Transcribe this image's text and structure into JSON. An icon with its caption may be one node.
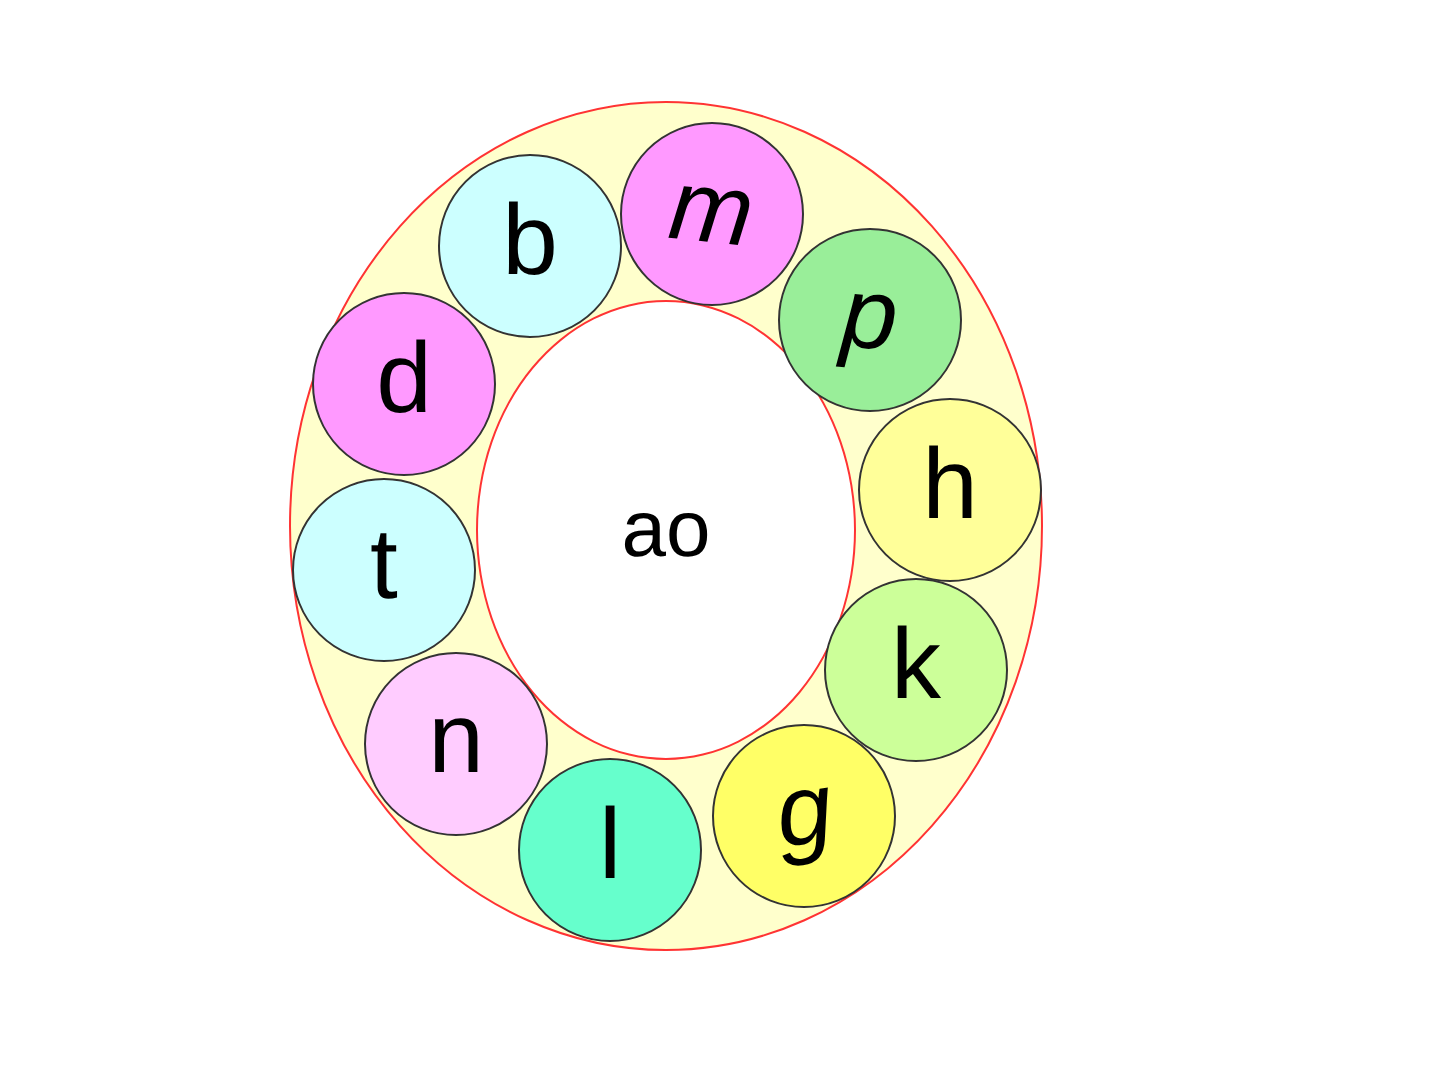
{
  "diagram": {
    "nodes": [
      {
        "text": [],
        "shape": "ring"
      },
      {
        "text": [
          "ao"
        ],
        "in": 0
      },
      {
        "text": [
          "b"
        ],
        "in": 0
      },
      {
        "text": [
          "m"
        ],
        "in": 0
      },
      {
        "text": [
          "p"
        ],
        "in": 0
      },
      {
        "text": [
          "h"
        ],
        "in": 0
      },
      {
        "text": [
          "k"
        ],
        "in": 0
      },
      {
        "text": [
          "g"
        ],
        "in": 0
      },
      {
        "text": [
          "l"
        ],
        "in": 0
      },
      {
        "text": [
          "n"
        ],
        "in": 0
      },
      {
        "text": [
          "t"
        ],
        "in": 0
      },
      {
        "text": [
          "d"
        ],
        "in": 0
      }
    ]
  }
}
